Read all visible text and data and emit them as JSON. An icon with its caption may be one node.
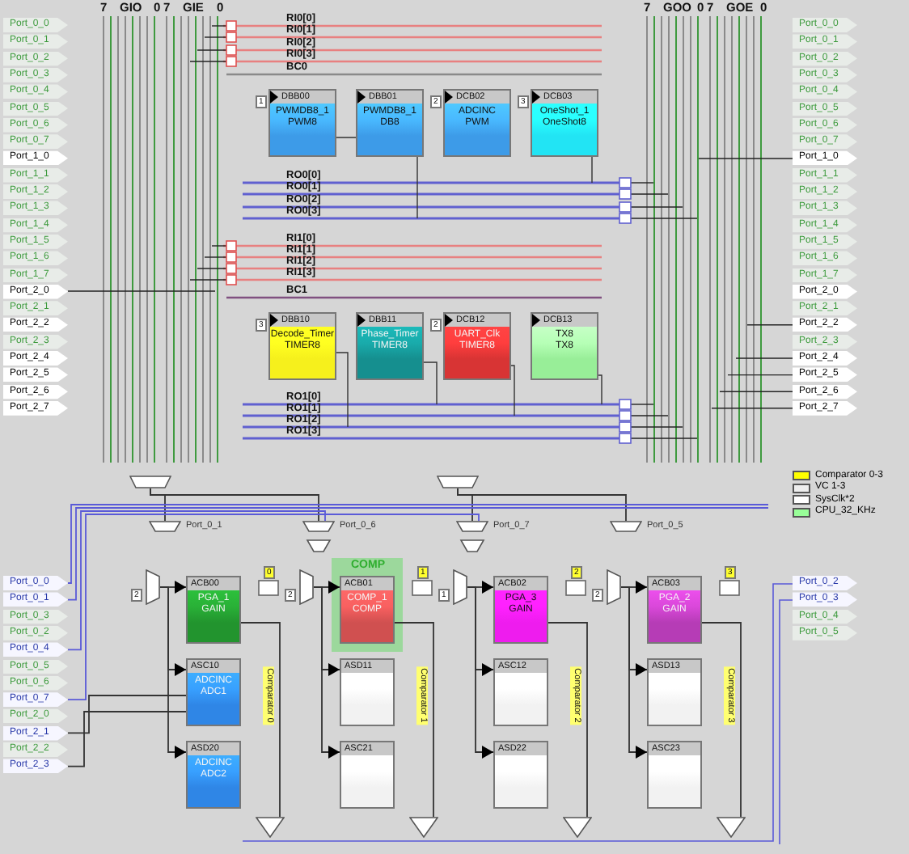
{
  "diagram": {
    "nodes": [
      {
        "text": [
          "Port_0_0"
        ]
      },
      {
        "text": [
          "Port_0_1"
        ]
      },
      {
        "text": [
          "Port_0_2"
        ]
      },
      {
        "text": [
          "Port_0_3"
        ]
      },
      {
        "text": [
          "Port_0_4"
        ]
      },
      {
        "text": [
          "Port_0_5"
        ]
      },
      {
        "text": [
          "Port_0_6"
        ]
      },
      {
        "text": [
          "Port_0_7"
        ]
      },
      {
        "text": [
          "Port_1_0"
        ]
      },
      {
        "text": [
          "Port_1_1"
        ]
      },
      {
        "text": [
          "Port_1_2"
        ]
      },
      {
        "text": [
          "Port_1_3"
        ]
      },
      {
        "text": [
          "Port_1_4"
        ]
      },
      {
        "text": [
          "Port_1_5"
        ]
      },
      {
        "text": [
          "Port_1_6"
        ]
      },
      {
        "text": [
          "Port_1_7"
        ]
      },
      {
        "text": [
          "Port_2_0"
        ]
      },
      {
        "text": [
          "Port_2_1"
        ]
      },
      {
        "text": [
          "Port_2_2"
        ]
      },
      {
        "text": [
          "Port_2_3"
        ]
      },
      {
        "text": [
          "Port_2_4"
        ]
      },
      {
        "text": [
          "Port_2_5"
        ]
      },
      {
        "text": [
          "Port_2_6"
        ]
      },
      {
        "text": [
          "Port_2_7"
        ]
      },
      {
        "text": [
          "Port_0_0"
        ]
      },
      {
        "text": [
          "Port_0_1"
        ]
      },
      {
        "text": [
          "Port_0_2"
        ]
      },
      {
        "text": [
          "Port_0_3"
        ]
      },
      {
        "text": [
          "Port_0_4"
        ]
      },
      {
        "text": [
          "Port_0_5"
        ]
      },
      {
        "text": [
          "Port_0_6"
        ]
      },
      {
        "text": [
          "Port_0_7"
        ]
      },
      {
        "text": [
          "Port_1_0"
        ]
      },
      {
        "text": [
          "Port_1_1"
        ]
      },
      {
        "text": [
          "Port_1_2"
        ]
      },
      {
        "text": [
          "Port_1_3"
        ]
      },
      {
        "text": [
          "Port_1_4"
        ]
      },
      {
        "text": [
          "Port_1_5"
        ]
      },
      {
        "text": [
          "Port_1_6"
        ]
      },
      {
        "text": [
          "Port_1_7"
        ]
      },
      {
        "text": [
          "Port_2_0"
        ]
      },
      {
        "text": [
          "Port_2_1"
        ]
      },
      {
        "text": [
          "Port_2_2"
        ]
      },
      {
        "text": [
          "Port_2_3"
        ]
      },
      {
        "text": [
          "Port_2_4"
        ]
      },
      {
        "text": [
          "Port_2_5"
        ]
      },
      {
        "text": [
          "Port_2_6"
        ]
      },
      {
        "text": [
          "Port_2_7"
        ]
      },
      {
        "text": [
          "DBB00",
          "PWMDB8_1",
          "PWM8"
        ],
        "beside": [
          "1"
        ]
      },
      {
        "text": [
          "DBB01",
          "PWMDB8_1",
          "DB8"
        ]
      },
      {
        "text": [
          "DCB02",
          "ADCINC",
          "PWM"
        ],
        "beside": [
          "2"
        ]
      },
      {
        "text": [
          "DCB03",
          "OneShot_1",
          "OneShot8"
        ],
        "beside": [
          "3"
        ]
      },
      {
        "text": [
          "DBB10",
          "Decode_Timer",
          "TIMER8"
        ],
        "beside": [
          "3"
        ]
      },
      {
        "text": [
          "DBB11",
          "Phase_Timer",
          "TIMER8"
        ]
      },
      {
        "text": [
          "DCB12",
          "UART_Clk",
          "TIMER8"
        ],
        "beside": [
          "2"
        ]
      },
      {
        "text": [
          "DCB13",
          "TX8",
          "TX8"
        ]
      },
      {
        "text": [
          "Port_0_0"
        ]
      },
      {
        "text": [
          "Port_0_1"
        ]
      },
      {
        "text": [
          "Port_0_3"
        ]
      },
      {
        "text": [
          "Port_0_2"
        ]
      },
      {
        "text": [
          "Port_0_4"
        ]
      },
      {
        "text": [
          "Port_0_5"
        ]
      },
      {
        "text": [
          "Port_0_6"
        ]
      },
      {
        "text": [
          "Port_0_7"
        ]
      },
      {
        "text": [
          "Port_2_0"
        ]
      },
      {
        "text": [
          "Port_2_1"
        ]
      },
      {
        "text": [
          "Port_2_2"
        ]
      },
      {
        "text": [
          "Port_2_3"
        ]
      },
      {
        "text": [
          "Port_0_2"
        ]
      },
      {
        "text": [
          "Port_0_3"
        ]
      },
      {
        "text": [
          "Port_0_4"
        ]
      },
      {
        "text": [
          "Port_0_5"
        ]
      },
      {
        "text": [],
        "shape": "trapezoid",
        "beside": [
          "2"
        ]
      },
      {
        "text": [],
        "shape": "trapezoid",
        "beside": [
          "2"
        ]
      },
      {
        "text": [],
        "shape": "trapezoid",
        "beside": [
          "1"
        ]
      },
      {
        "text": [],
        "shape": "trapezoid",
        "beside": [
          "2"
        ]
      },
      {
        "text": [
          "ACB00",
          "PGA_1",
          "GAIN"
        ]
      },
      {
        "text": [
          "ACB01",
          "COMP_1",
          "COMP"
        ],
        "beside": [
          "COMP"
        ]
      },
      {
        "text": [
          "ACB02",
          "PGA_3",
          "GAIN"
        ]
      },
      {
        "text": [
          "ACB03",
          "PGA_2",
          "GAIN"
        ]
      },
      {
        "text": [
          "ASC10",
          "ADCINC",
          "ADC1"
        ]
      },
      {
        "text": [
          "ASD11"
        ]
      },
      {
        "text": [
          "ASC12"
        ]
      },
      {
        "text": [
          "ASD13"
        ]
      },
      {
        "text": [
          "ASD20",
          "ADCINC",
          "ADC2"
        ]
      },
      {
        "text": [
          "ASC21"
        ]
      },
      {
        "text": [
          "ASD22"
        ]
      },
      {
        "text": [
          "ASC23"
        ]
      },
      {
        "text": [],
        "shape": "triangle"
      },
      {
        "text": [],
        "shape": "triangle"
      },
      {
        "text": [],
        "shape": "triangle"
      },
      {
        "text": [],
        "shape": "triangle"
      },
      {
        "text": [],
        "shape": "trapezoid",
        "beside": [
          "Port_0_1"
        ]
      },
      {
        "text": [],
        "shape": "trapezoid",
        "beside": [
          "Port_0_6"
        ]
      },
      {
        "text": [],
        "shape": "trapezoid",
        "beside": [
          "Port_0_7"
        ]
      },
      {
        "text": [],
        "shape": "trapezoid",
        "beside": [
          "Port_0_5"
        ]
      },
      {
        "text": [],
        "shape": "trapezoid"
      },
      {
        "text": [],
        "shape": "trapezoid"
      }
    ],
    "edges": [
      {
        "from": 72,
        "to": 76,
        "arrow": "to"
      },
      {
        "from": 72,
        "to": 80,
        "arrow": "to"
      },
      {
        "from": 72,
        "to": 84,
        "arrow": "to"
      },
      {
        "from": 73,
        "to": 77,
        "arrow": "to"
      },
      {
        "from": 73,
        "to": 81,
        "arrow": "to"
      },
      {
        "from": 73,
        "to": 85,
        "arrow": "to"
      },
      {
        "from": 74,
        "to": 78,
        "arrow": "to"
      },
      {
        "from": 74,
        "to": 82,
        "arrow": "to"
      },
      {
        "from": 74,
        "to": 86,
        "arrow": "to"
      },
      {
        "from": 75,
        "to": 79,
        "arrow": "to"
      },
      {
        "from": 75,
        "to": 83,
        "arrow": "to"
      },
      {
        "from": 75,
        "to": 87,
        "arrow": "to"
      },
      {
        "from": 76,
        "to": 88,
        "arrow": "none"
      },
      {
        "from": 77,
        "to": 89,
        "arrow": "none"
      },
      {
        "from": 78,
        "to": 90,
        "arrow": "none"
      },
      {
        "from": 79,
        "to": 91,
        "arrow": "none"
      },
      {
        "from": 96,
        "to": 92,
        "arrow": "none"
      },
      {
        "from": 96,
        "to": 93,
        "arrow": "none"
      },
      {
        "from": 97,
        "to": 94,
        "arrow": "none"
      },
      {
        "from": 97,
        "to": 95,
        "arrow": "none"
      },
      {
        "from": 56,
        "to": null,
        "arrow": "none",
        "color": "#5a5ad8"
      },
      {
        "from": 57,
        "to": null,
        "arrow": "none",
        "color": "#5a5ad8"
      },
      {
        "from": 60,
        "to": 93,
        "arrow": "none",
        "color": "#5a5ad8"
      },
      {
        "from": 63,
        "to": 94,
        "arrow": "none",
        "color": "#5a5ad8"
      },
      {
        "from": 65,
        "to": 80,
        "arrow": "none"
      },
      {
        "from": 67,
        "to": 80,
        "arrow": "none"
      }
    ],
    "labels": [
      "7",
      "GIO",
      "0",
      "7",
      "GIE",
      "0",
      "7",
      "GOO",
      "0",
      "7",
      "GOE",
      "0",
      "RI0[0]",
      "RI0[1]",
      "RI0[2]",
      "RI0[3]",
      "BC0",
      "RO0[0]",
      "RO0[1]",
      "RO0[2]",
      "RO0[3]",
      "RI1[0]",
      "RI1[1]",
      "RI1[2]",
      "RI1[3]",
      "BC1",
      "RO1[0]",
      "RO1[1]",
      "RO1[2]",
      "RO1[3]",
      "0",
      "1",
      "2",
      "3",
      "Comparator 0",
      "Comparator 1",
      "Comparator 2",
      "Comparator 3"
    ],
    "legend": [
      {
        "text": "Comparator 0-3",
        "color": "#ffff00"
      },
      {
        "text": "VC 1-3",
        "color": "#eeeeee"
      },
      {
        "text": "SysClk*2",
        "color": "#ffffff"
      },
      {
        "text": "CPU_32_KHz",
        "color": "#99ff99"
      }
    ]
  }
}
